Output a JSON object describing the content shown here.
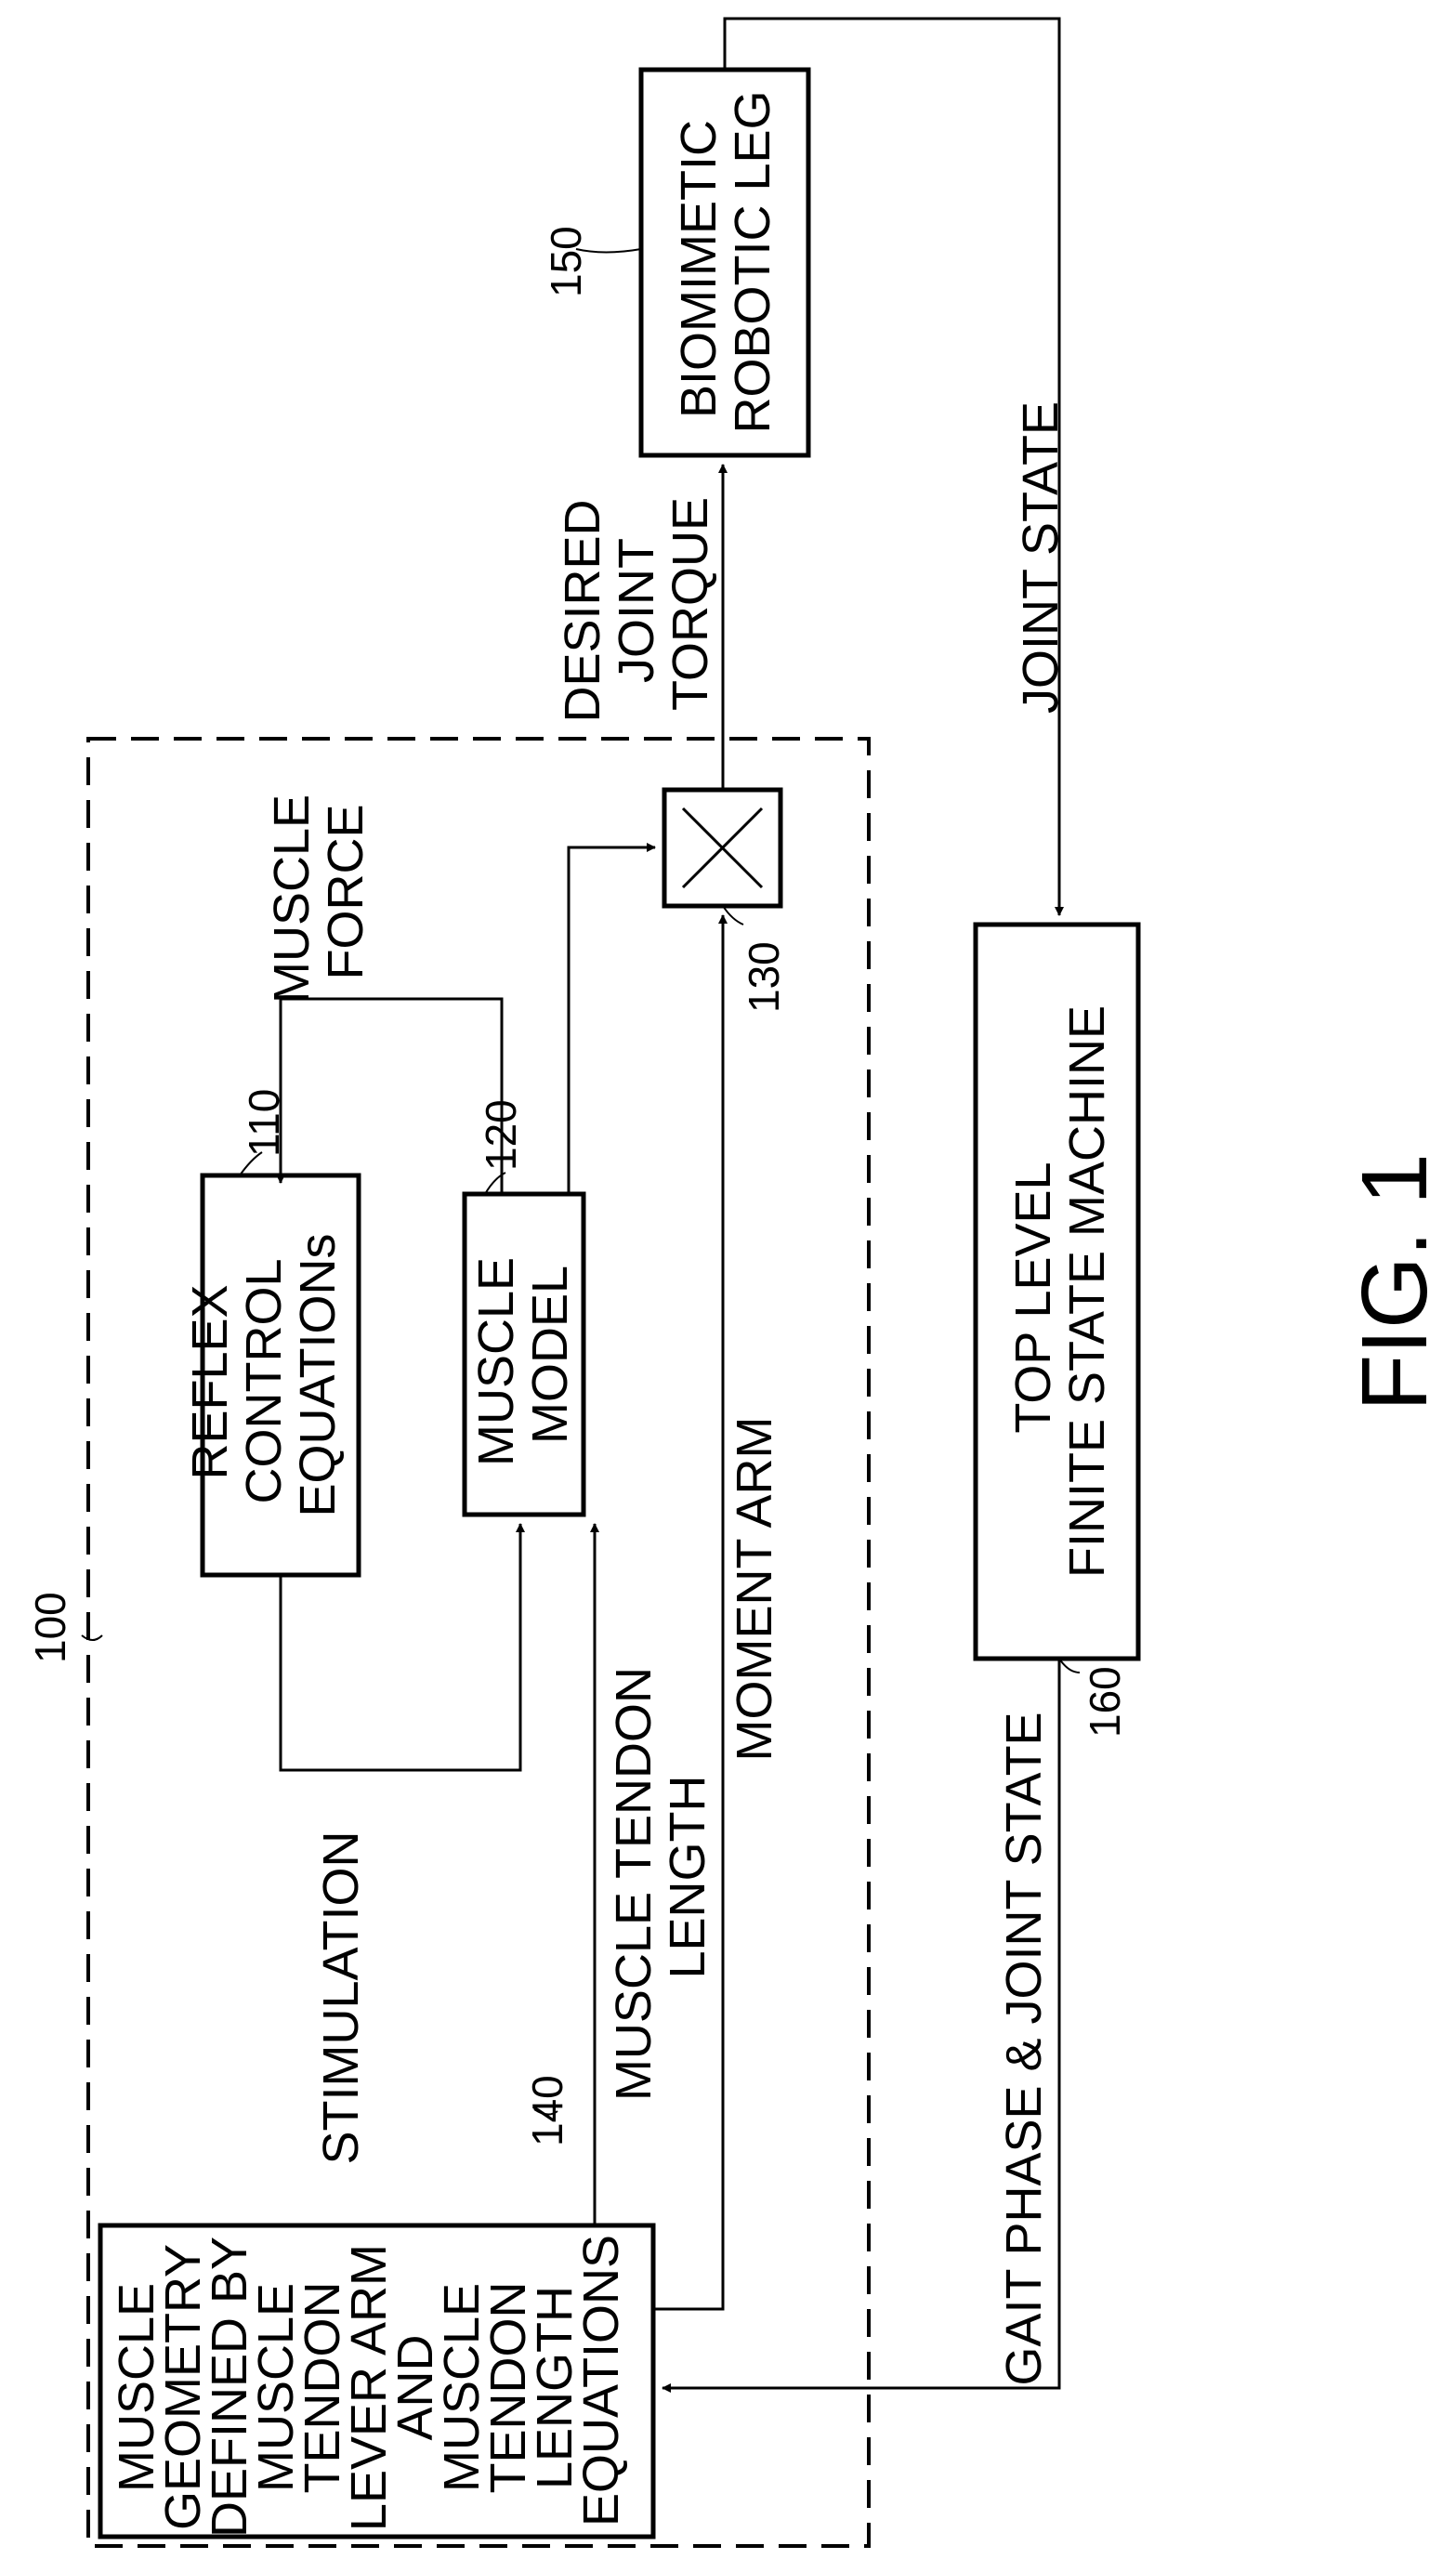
{
  "figure": {
    "label": "FIG. 1"
  },
  "controller": {
    "ref": "100"
  },
  "blocks": {
    "reflex": {
      "ref": "110",
      "lines": [
        "REFLEX",
        "CONTROL",
        "EQUATIONs"
      ]
    },
    "muscle_model": {
      "ref": "120",
      "lines": [
        "MUSCLE",
        "MODEL"
      ]
    },
    "multiplier": {
      "ref": "130"
    },
    "geometry": {
      "ref": "140",
      "lines": [
        "MUSCLE",
        "GEOMETRY",
        "DEFINED BY",
        "MUSCLE",
        "TENDON",
        "LEVER ARM",
        "AND",
        "MUSCLE",
        "TENDON",
        "LENGTH",
        "EQUATIONS"
      ]
    },
    "leg": {
      "ref": "150",
      "lines": [
        "BIOMIMETIC",
        "ROBOTIC LEG"
      ]
    },
    "fsm": {
      "ref": "160",
      "lines": [
        "TOP LEVEL",
        "FINITE STATE MACHINE"
      ]
    }
  },
  "signals": {
    "stimulation": "STIMULATION",
    "muscle_force": [
      "MUSCLE",
      "FORCE"
    ],
    "muscle_tendon_length": [
      "MUSCLE TENDON",
      "LENGTH"
    ],
    "moment_arm": "MOMENT ARM",
    "desired_torque": [
      "DESIRED",
      "JOINT",
      "TORQUE"
    ],
    "joint_state": "JOINT STATE",
    "gait_phase": "GAIT PHASE & JOINT STATE"
  }
}
